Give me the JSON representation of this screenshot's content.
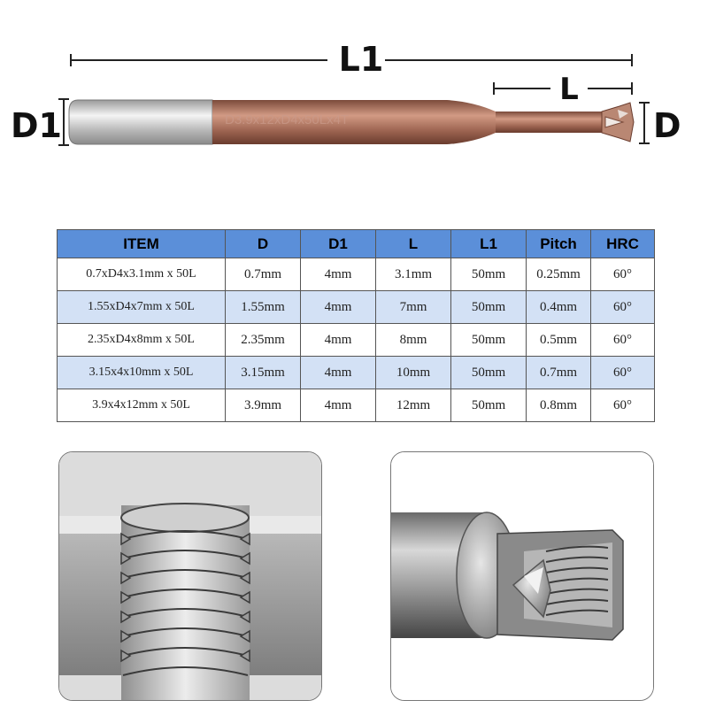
{
  "figure": {
    "labels": {
      "l1": "L1",
      "l": "L",
      "d1": "D1",
      "d": "D"
    },
    "engraving": "D3.9x12xD4x50Lx4T",
    "colors": {
      "shank": "#c9c9c9",
      "coating": "#a76b56",
      "cutter": "#b98773"
    }
  },
  "table": {
    "headers": [
      "ITEM",
      "D",
      "D1",
      "L",
      "L1",
      "Pitch",
      "HRC"
    ],
    "rows": [
      [
        "0.7xD4x3.1mm x 50L",
        "0.7mm",
        "4mm",
        "3.1mm",
        "50mm",
        "0.25mm",
        "60°"
      ],
      [
        "1.55xD4x7mm x 50L",
        "1.55mm",
        "4mm",
        "7mm",
        "50mm",
        "0.4mm",
        "60°"
      ],
      [
        "2.35xD4x8mm x 50L",
        "2.35mm",
        "4mm",
        "8mm",
        "50mm",
        "0.5mm",
        "60°"
      ],
      [
        "3.15x4x10mm x 50L",
        "3.15mm",
        "4mm",
        "10mm",
        "50mm",
        "0.7mm",
        "60°"
      ],
      [
        "3.9x4x12mm x 50L",
        "3.9mm",
        "4mm",
        "12mm",
        "50mm",
        "0.8mm",
        "60°"
      ]
    ],
    "colors": {
      "header": "#5b8fd9",
      "alt_row": "#d3e1f5"
    }
  },
  "panels": {
    "left": {
      "icon": "threaded-hole-section-icon"
    },
    "right": {
      "icon": "thread-milling-tool-icon"
    }
  }
}
